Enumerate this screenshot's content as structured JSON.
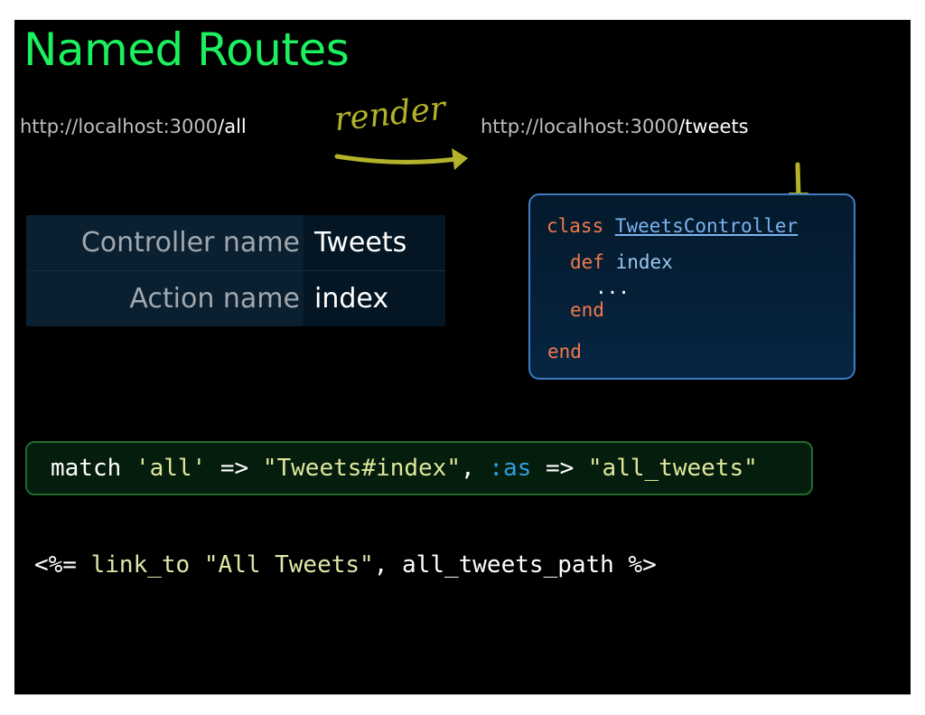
{
  "title": "Named Routes",
  "url_left": {
    "base": "http://localhost:3000",
    "path": "/all"
  },
  "url_right": {
    "base": "http://localhost:3000",
    "path": "/tweets"
  },
  "render_label": "render",
  "route_table": [
    {
      "key": "Controller name",
      "value": "Tweets"
    },
    {
      "key": "Action name",
      "value": "index"
    }
  ],
  "controller_code": {
    "class_kw": "class",
    "class_name": "TweetsController",
    "def_kw": "def",
    "method_name": "index",
    "dots": "...",
    "end_inner": "end",
    "end_outer": "end"
  },
  "match_code": {
    "match": "match",
    "route": "'all'",
    "arrow1": "=>",
    "target": "\"Tweets#index\"",
    "comma": ",",
    "as_sym": ":as",
    "arrow2": "=>",
    "name": "\"all_tweets\""
  },
  "erb_code": {
    "open": "<%=",
    "method": "link_to",
    "label": "\"All Tweets\"",
    "comma": ",",
    "helper": "all_tweets_path",
    "close": "%>"
  },
  "colors": {
    "title": "#1cf05e",
    "arrow": "#b4b22a",
    "code_keyword": "#f07a4a",
    "code_class": "#7ab3ec",
    "box_border": "#3f7cc1",
    "match_border": "#1f6d2c",
    "symbol": "#2e9fe0"
  }
}
